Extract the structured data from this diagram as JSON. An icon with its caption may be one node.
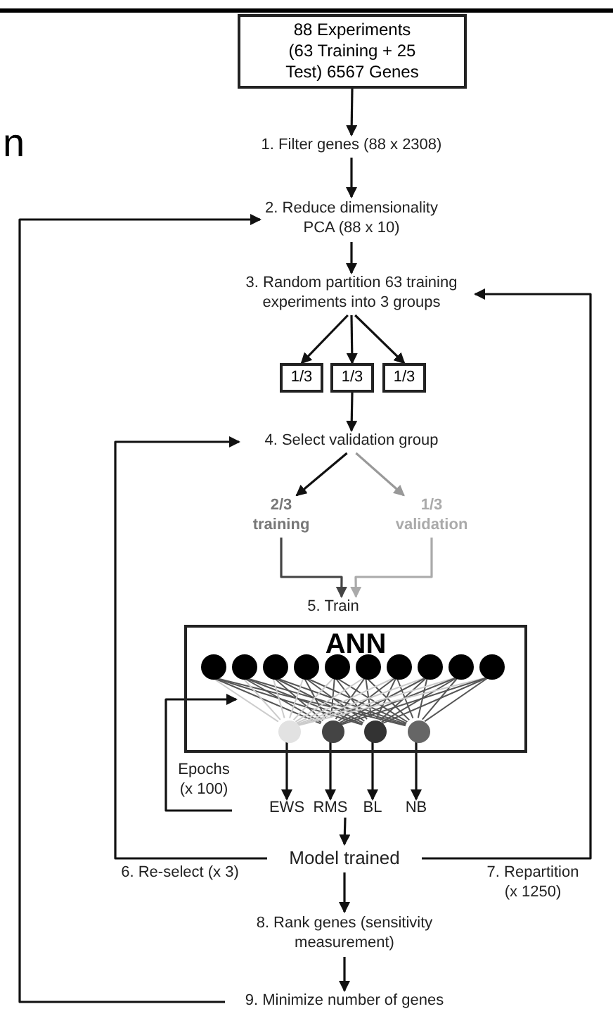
{
  "diagram": {
    "nodes": [
      {
        "text": [
          "88 Experiments (63 Training + 25 Test) 6567 Genes"
        ]
      },
      {
        "text": [
          "1. Filter genes (88 x 2308)"
        ]
      },
      {
        "text": [
          "2. Reduce dimensionality PCA (88 x 10)"
        ]
      },
      {
        "text": [
          "3. Random partition 63 training experiments into 3 groups"
        ]
      },
      {
        "text": [
          "1/3"
        ]
      },
      {
        "text": [
          "1/3"
        ]
      },
      {
        "text": [
          "1/3"
        ]
      },
      {
        "text": [
          "4. Select validation group"
        ]
      },
      {
        "text": [
          "2/3 training"
        ]
      },
      {
        "text": [
          "1/3 validation"
        ]
      },
      {
        "text": [
          "5. Train"
        ]
      },
      {
        "text": [
          "ANN"
        ]
      },
      {
        "text": [],
        "shape": "circle",
        "in": 11
      },
      {
        "text": [],
        "shape": "circle",
        "in": 11
      },
      {
        "text": [],
        "shape": "circle",
        "in": 11
      },
      {
        "text": [],
        "shape": "circle",
        "in": 11
      },
      {
        "text": [],
        "shape": "circle",
        "in": 11
      },
      {
        "text": [],
        "shape": "circle",
        "in": 11
      },
      {
        "text": [],
        "shape": "circle",
        "in": 11
      },
      {
        "text": [],
        "shape": "circle",
        "in": 11
      },
      {
        "text": [],
        "shape": "circle",
        "in": 11
      },
      {
        "text": [],
        "shape": "circle",
        "in": 11
      },
      {
        "text": [],
        "shape": "circle",
        "in": 11
      },
      {
        "text": [],
        "shape": "circle",
        "in": 11
      },
      {
        "text": [],
        "shape": "circle",
        "in": 11
      },
      {
        "text": [],
        "shape": "circle",
        "in": 11
      },
      {
        "text": [
          "EWS"
        ]
      },
      {
        "text": [
          "RMS"
        ]
      },
      {
        "text": [
          "BL"
        ]
      },
      {
        "text": [
          "NB"
        ]
      },
      {
        "text": [
          "Model trained"
        ]
      },
      {
        "text": [
          "8. Rank genes (sensitivity measurement)"
        ]
      },
      {
        "text": [
          "9. Minimize number of genes"
        ]
      }
    ],
    "edges": [
      {
        "from": 0,
        "to": 1,
        "arrow": "to"
      },
      {
        "from": 1,
        "to": 2,
        "arrow": "to"
      },
      {
        "from": 2,
        "to": 3,
        "arrow": "to"
      },
      {
        "from": 3,
        "to": 4,
        "arrow": "to"
      },
      {
        "from": 3,
        "to": 5,
        "arrow": "to"
      },
      {
        "from": 3,
        "to": 6,
        "arrow": "to"
      },
      {
        "from": 5,
        "to": 7,
        "arrow": "to"
      },
      {
        "from": 7,
        "to": 8,
        "arrow": "to"
      },
      {
        "from": 7,
        "to": 9,
        "arrow": "to",
        "color": "#999999"
      },
      {
        "from": 8,
        "to": 10,
        "arrow": "to",
        "color": "#444444"
      },
      {
        "from": 9,
        "to": 10,
        "arrow": "to",
        "color": "#aaaaaa"
      },
      {
        "from": null,
        "to": 11,
        "arrow": "to",
        "label": "Epochs (x 100)"
      },
      {
        "from": 22,
        "to": 26,
        "arrow": "to"
      },
      {
        "from": 23,
        "to": 27,
        "arrow": "to"
      },
      {
        "from": 24,
        "to": 28,
        "arrow": "to"
      },
      {
        "from": 25,
        "to": 29,
        "arrow": "to"
      },
      {
        "from": 27,
        "to": 30,
        "arrow": "to"
      },
      {
        "from": 30,
        "to": 31,
        "arrow": "to"
      },
      {
        "from": 31,
        "to": 32,
        "arrow": "to"
      },
      {
        "from": 30,
        "to": 7,
        "arrow": "to",
        "label": "6. Re-select (x 3)"
      },
      {
        "from": 30,
        "to": 3,
        "arrow": "to",
        "label": "7. Repartition (x 1250)"
      },
      {
        "from": 32,
        "to": 2,
        "arrow": "to"
      },
      {
        "from": 12,
        "to": 22,
        "arrow": "none",
        "color": "#cccccc"
      },
      {
        "from": 12,
        "to": 23,
        "arrow": "none",
        "color": "#555555"
      },
      {
        "from": 12,
        "to": 24,
        "arrow": "none",
        "color": "#555555"
      },
      {
        "from": 12,
        "to": 25,
        "arrow": "none",
        "color": "#555555"
      },
      {
        "from": 13,
        "to": 22,
        "arrow": "none",
        "color": "#cccccc"
      },
      {
        "from": 13,
        "to": 23,
        "arrow": "none",
        "color": "#555555"
      },
      {
        "from": 13,
        "to": 24,
        "arrow": "none",
        "color": "#555555"
      },
      {
        "from": 13,
        "to": 25,
        "arrow": "none",
        "color": "#555555"
      },
      {
        "from": 14,
        "to": 22,
        "arrow": "none",
        "color": "#cccccc"
      },
      {
        "from": 14,
        "to": 23,
        "arrow": "none",
        "color": "#555555"
      },
      {
        "from": 14,
        "to": 24,
        "arrow": "none",
        "color": "#555555"
      },
      {
        "from": 14,
        "to": 25,
        "arrow": "none",
        "color": "#555555"
      },
      {
        "from": 15,
        "to": 22,
        "arrow": "none",
        "color": "#cccccc"
      },
      {
        "from": 15,
        "to": 23,
        "arrow": "none",
        "color": "#555555"
      },
      {
        "from": 15,
        "to": 24,
        "arrow": "none",
        "color": "#555555"
      },
      {
        "from": 15,
        "to": 25,
        "arrow": "none",
        "color": "#555555"
      },
      {
        "from": 16,
        "to": 22,
        "arrow": "none",
        "color": "#cccccc"
      },
      {
        "from": 16,
        "to": 23,
        "arrow": "none",
        "color": "#555555"
      },
      {
        "from": 16,
        "to": 24,
        "arrow": "none",
        "color": "#555555"
      },
      {
        "from": 16,
        "to": 25,
        "arrow": "none",
        "color": "#555555"
      },
      {
        "from": 17,
        "to": 22,
        "arrow": "none",
        "color": "#cccccc"
      },
      {
        "from": 17,
        "to": 23,
        "arrow": "none",
        "color": "#555555"
      },
      {
        "from": 17,
        "to": 24,
        "arrow": "none",
        "color": "#555555"
      },
      {
        "from": 17,
        "to": 25,
        "arrow": "none",
        "color": "#555555"
      },
      {
        "from": 18,
        "to": 22,
        "arrow": "none",
        "color": "#cccccc"
      },
      {
        "from": 18,
        "to": 23,
        "arrow": "none",
        "color": "#555555"
      },
      {
        "from": 18,
        "to": 24,
        "arrow": "none",
        "color": "#555555"
      },
      {
        "from": 18,
        "to": 25,
        "arrow": "none",
        "color": "#555555"
      },
      {
        "from": 19,
        "to": 22,
        "arrow": "none",
        "color": "#cccccc"
      },
      {
        "from": 19,
        "to": 23,
        "arrow": "none",
        "color": "#555555"
      },
      {
        "from": 19,
        "to": 24,
        "arrow": "none",
        "color": "#555555"
      },
      {
        "from": 19,
        "to": 25,
        "arrow": "none",
        "color": "#555555"
      },
      {
        "from": 20,
        "to": 22,
        "arrow": "none",
        "color": "#cccccc"
      },
      {
        "from": 20,
        "to": 23,
        "arrow": "none",
        "color": "#555555"
      },
      {
        "from": 20,
        "to": 24,
        "arrow": "none",
        "color": "#555555"
      },
      {
        "from": 20,
        "to": 25,
        "arrow": "none",
        "color": "#555555"
      },
      {
        "from": 21,
        "to": 22,
        "arrow": "none",
        "color": "#cccccc"
      },
      {
        "from": 21,
        "to": 23,
        "arrow": "none",
        "color": "#555555"
      },
      {
        "from": 21,
        "to": 24,
        "arrow": "none",
        "color": "#555555"
      },
      {
        "from": 21,
        "to": 25,
        "arrow": "none",
        "color": "#555555"
      }
    ],
    "labels": [
      "n"
    ]
  }
}
